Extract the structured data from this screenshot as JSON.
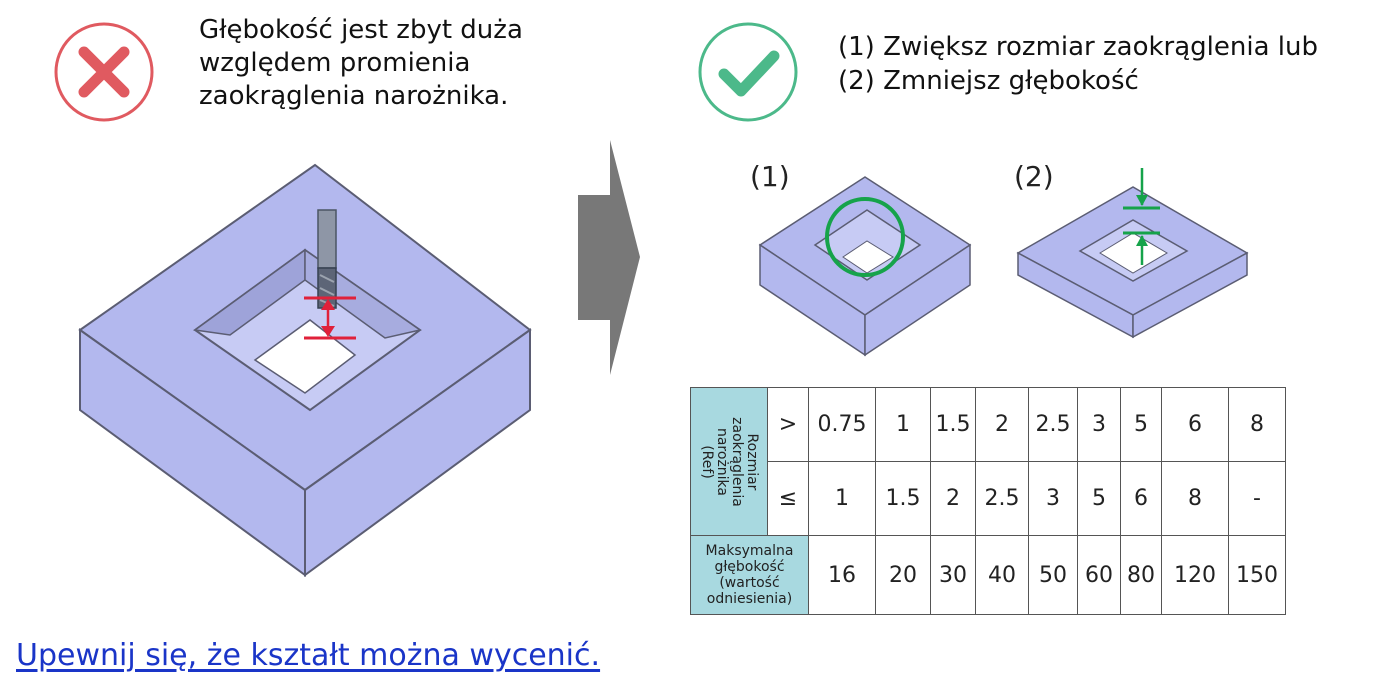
{
  "bad": {
    "lines": [
      "Głębokość jest zbyt duża",
      "względem promienia",
      "zaokrąglenia narożnika."
    ],
    "icon": "cross-icon",
    "color": "#e05a60"
  },
  "good": {
    "lines": [
      "(1) Zwiększ rozmiar zaokrąglenia lub",
      "(2) Zmniejsz głębokość"
    ],
    "icon": "check-icon",
    "color": "#4cb98a"
  },
  "labels": {
    "option1": "(1)",
    "option2": "(2)"
  },
  "table": {
    "row_header": [
      "Rozmiar",
      "zaokrąglenia",
      "narożnika",
      "(Ref)"
    ],
    "gt_symbol": ">",
    "le_symbol": "≤",
    "gt_values": [
      "0.75",
      "1",
      "1.5",
      "2",
      "2.5",
      "3",
      "5",
      "6",
      "8"
    ],
    "le_values": [
      "1",
      "1.5",
      "2",
      "2.5",
      "3",
      "5",
      "6",
      "8",
      "-"
    ],
    "depth_header": [
      "Maksymalna",
      "głębokość",
      "(wartość",
      "odniesienia)"
    ],
    "depth_values": [
      "16",
      "20",
      "30",
      "40",
      "50",
      "60",
      "80",
      "120",
      "150"
    ]
  },
  "footer": {
    "link_text": "Upewnij się, że kształt można wycenić."
  },
  "colors": {
    "block_fill": "#b3b8ee",
    "block_stroke": "#5b5d73",
    "header_fill": "#a8d9e0",
    "measure_red": "#e0213a",
    "measure_green": "#16a34a",
    "link": "#1a35c8"
  }
}
